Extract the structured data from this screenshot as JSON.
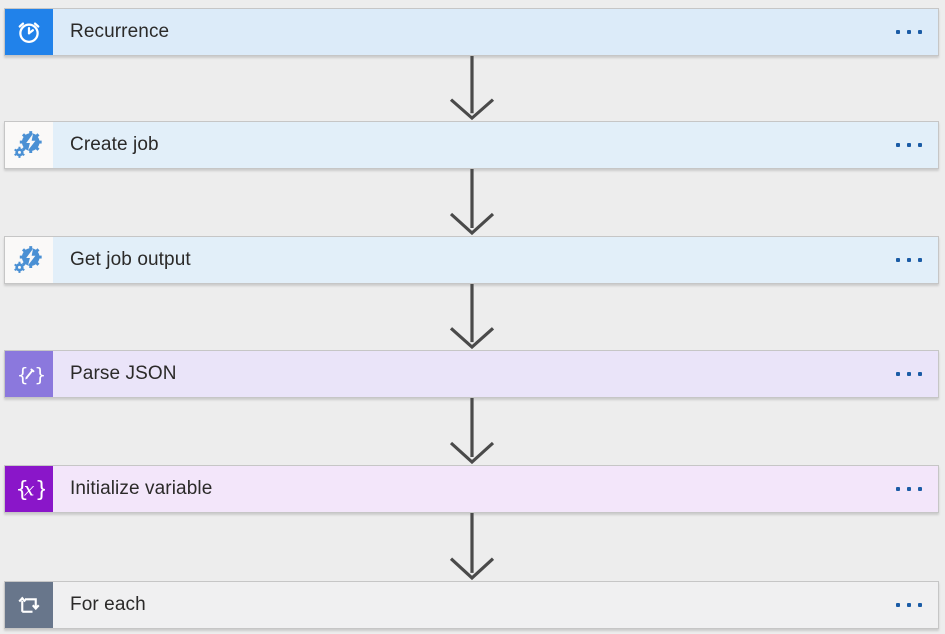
{
  "app": {
    "name": "Flow designer canvas"
  },
  "colors": {
    "page_background": "#ededed",
    "card_border": "#c6c6c6",
    "arrow": "#4a4a4a",
    "ellipsis_dots": "#1b5ca6",
    "title_text": "#2b2a29"
  },
  "flow": {
    "step_menu_icon": "ellipsis-horizontal",
    "steps": [
      {
        "title": "Recurrence",
        "icon": "alarm-clock-icon",
        "icon_style": "background:#2182ea",
        "body_style": "background:#dcebf9"
      },
      {
        "title": "Create job",
        "icon": "automation-gears-lightning-icon",
        "icon_style": "background:#faf9f8",
        "body_style": "background:#e2eff9"
      },
      {
        "title": "Get job output",
        "icon": "automation-gears-lightning-icon",
        "icon_style": "background:#faf9f8",
        "body_style": "background:#e2eff9"
      },
      {
        "title": "Parse JSON",
        "icon": "braces-pencil-icon",
        "icon_style": "background:#8b78dd",
        "body_style": "background:#eae4f9"
      },
      {
        "title": "Initialize variable",
        "icon": "braces-x-icon",
        "icon_style": "background:#8a16c9",
        "body_style": "background:#f3e6fa"
      },
      {
        "title": "For each",
        "icon": "loop-icon",
        "icon_style": "background:#68768b",
        "body_style": "background:#f0f0f1"
      }
    ]
  }
}
